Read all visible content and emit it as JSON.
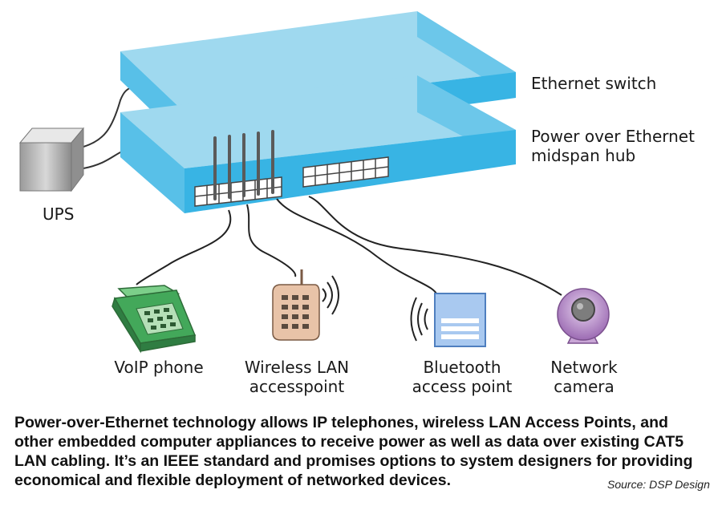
{
  "labels": {
    "ethernet_switch": "Ethernet switch",
    "poe_hub_line1": "Power over Ethernet",
    "poe_hub_line2": "midspan hub",
    "ups": "UPS",
    "voip_phone": "VoIP phone",
    "wireless_lan_line1": "Wireless LAN",
    "wireless_lan_line2": "accesspoint",
    "bluetooth_line1": "Bluetooth",
    "bluetooth_line2": "access point",
    "camera_line1": "Network",
    "camera_line2": "camera"
  },
  "caption": {
    "line1": "Power-over-Ethernet technology allows IP telephones, wireless LAN Access Points, and",
    "line2": "other embedded computer appliances to receive power as well as data over existing CAT5",
    "line3": "LAN cabling. It’s an IEEE standard and promises options to system designers for providing",
    "line4": "economical and flexible deployment of networked devices."
  },
  "source": "Source: DSP Design",
  "colors": {
    "device_top": "#9fd9ef",
    "device_front": "#38b4e4",
    "device_side": "#5cc4ea",
    "phone_green": "#43a85a",
    "ap_tan": "#e8c3a8",
    "bluetooth_blue": "#a9c9f0",
    "camera_purple": "#c9a6d6"
  }
}
